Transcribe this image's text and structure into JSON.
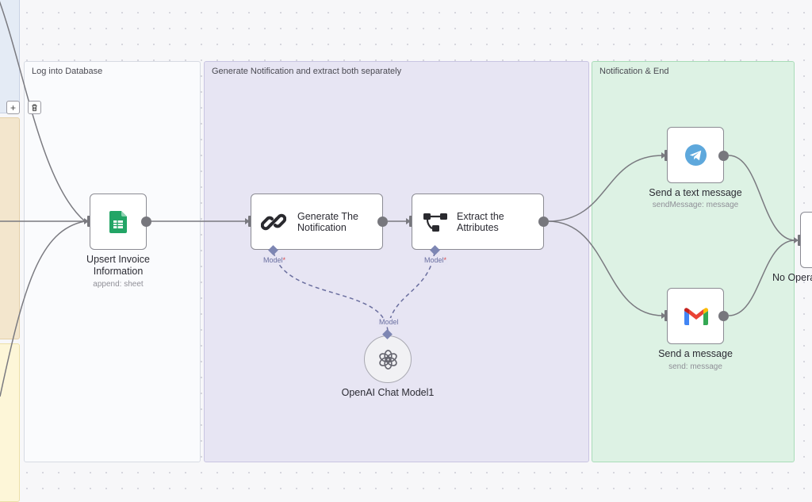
{
  "stickies": {
    "log_db": {
      "title": "Log into Database"
    },
    "generate": {
      "title": "Generate Notification and extract both separately"
    },
    "notify": {
      "title": "Notification & End"
    }
  },
  "toolbar": {
    "add_label": "+"
  },
  "nodes": {
    "upsert": {
      "label_line1": "Upsert Invoice",
      "label_line2": "Information",
      "subtitle": "append: sheet",
      "icon": "google-sheets-icon"
    },
    "generate": {
      "label_line1": "Generate The",
      "label_line2": "Notification",
      "model_tag": "Model",
      "icon": "chain-link-icon"
    },
    "extract": {
      "label_line1": "Extract the",
      "label_line2": "Attributes",
      "model_tag": "Model",
      "icon": "branch-icon"
    },
    "openai": {
      "label": "OpenAI Chat Model1",
      "model_tag": "Model",
      "icon": "openai-icon"
    },
    "telegram": {
      "label": "Send a text message",
      "subtitle": "sendMessage: message",
      "icon": "telegram-icon"
    },
    "gmail": {
      "label": "Send a message",
      "subtitle": "send: message",
      "icon": "gmail-icon"
    },
    "noop": {
      "label": "No Opera"
    }
  },
  "colors": {
    "log_db_bg": "#fafbfd",
    "generate_bg": "#e7e5f3",
    "notify_bg": "#ddf2e4",
    "connection": "#7a7a80",
    "ai_connection": "#6b6f9f"
  },
  "required_marker": "*"
}
